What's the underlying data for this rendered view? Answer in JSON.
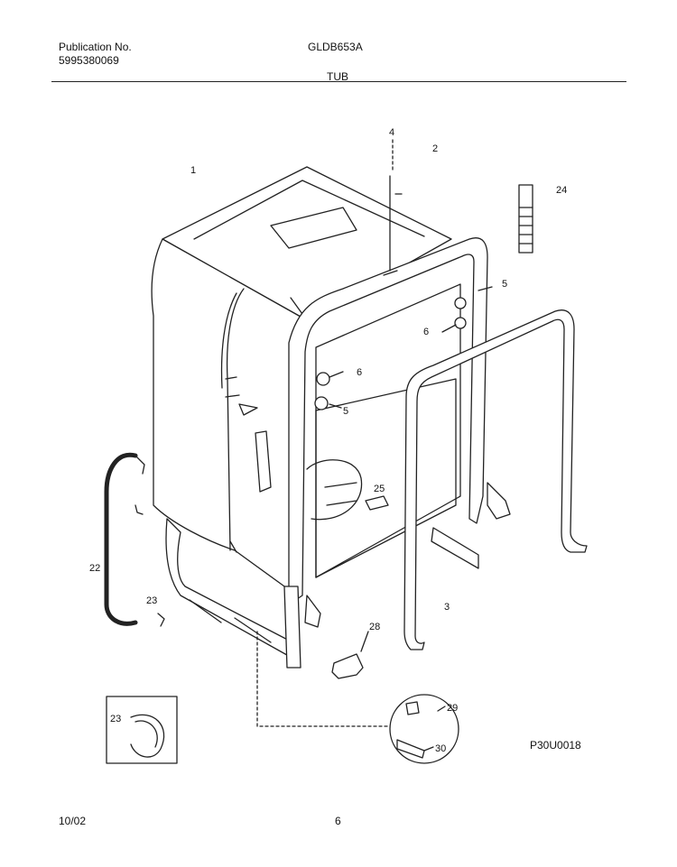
{
  "header": {
    "publication_label": "Publication No.",
    "publication_number": "5995380069",
    "model": "GLDB653A",
    "section_title": "TUB"
  },
  "diagram": {
    "callouts": [
      "1",
      "2",
      "3",
      "4",
      "5",
      "5",
      "6",
      "6",
      "22",
      "23",
      "23",
      "24",
      "25",
      "28",
      "29",
      "30"
    ],
    "figure_code": "P30U0018"
  },
  "footer": {
    "date": "10/02",
    "page_number": "6"
  }
}
